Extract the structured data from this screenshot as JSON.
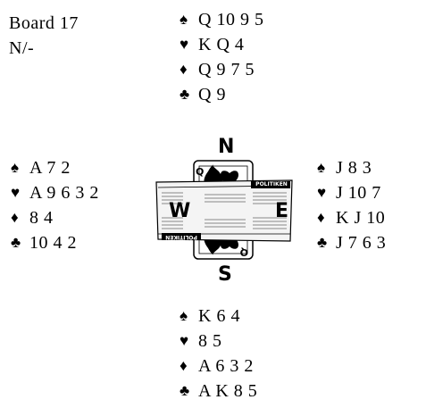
{
  "board": {
    "number": "Board 17",
    "vulnerability": "N/-"
  },
  "suit_symbols": {
    "spades": "♠",
    "hearts": "♥",
    "diamonds": "♦",
    "clubs": "♣"
  },
  "hands": {
    "north": {
      "spades": "Q 10 9 5",
      "hearts": "K Q 4",
      "diamonds": "Q 9 7 5",
      "clubs": "Q 9"
    },
    "west": {
      "spades": "A 7 2",
      "hearts": "A 9 6 3 2",
      "diamonds": "8 4",
      "clubs": "10 4 2"
    },
    "east": {
      "spades": "J 8 3",
      "hearts": "J 10 7",
      "diamonds": "K J 10",
      "clubs": "J 7 6 3"
    },
    "south": {
      "spades": "K 6 4",
      "hearts": "8 5",
      "diamonds": "A 6 3 2",
      "clubs": "A K 8 5"
    }
  },
  "compass": {
    "north": "N",
    "west": "W",
    "east": "E",
    "south": "S",
    "logo_text": "POLITIKEN"
  }
}
